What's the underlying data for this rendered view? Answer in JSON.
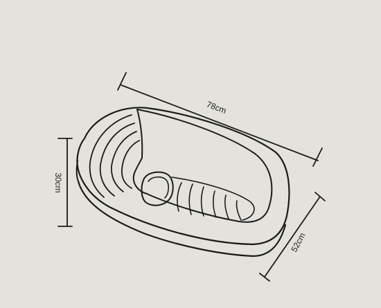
{
  "dimensions": {
    "length_label": "78cm",
    "width_label": "52cm",
    "height_label": "30cm"
  }
}
